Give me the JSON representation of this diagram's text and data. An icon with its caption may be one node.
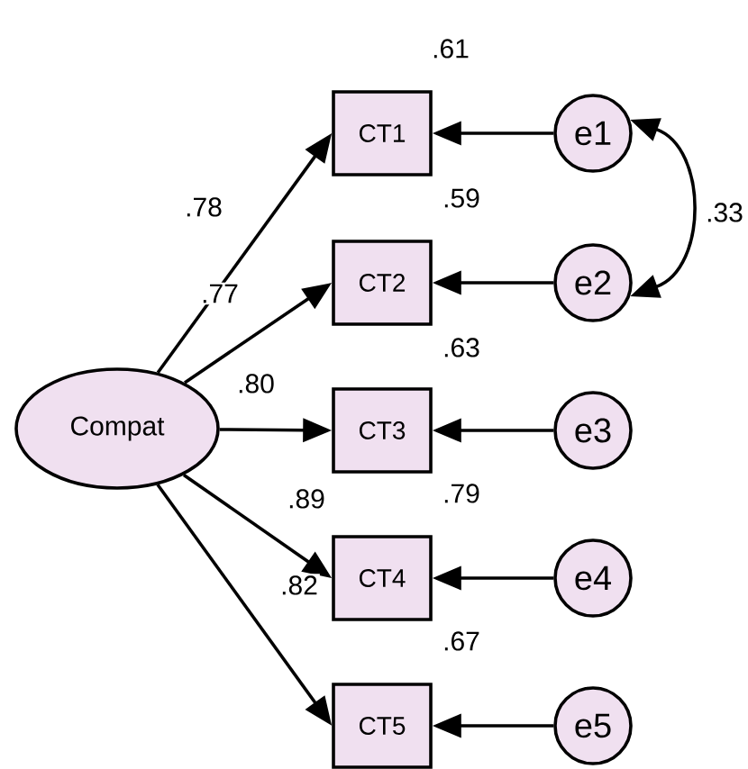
{
  "diagram": {
    "nodes": [
      {
        "text": [
          "Compat"
        ]
      },
      {
        "text": [
          "CT1"
        ]
      },
      {
        "text": [
          "CT2"
        ]
      },
      {
        "text": [
          "CT3"
        ]
      },
      {
        "text": [
          "CT4"
        ]
      },
      {
        "text": [
          "CT5"
        ]
      },
      {
        "text": [
          "e1"
        ]
      },
      {
        "text": [
          "e2"
        ]
      },
      {
        "text": [
          "e3"
        ]
      },
      {
        "text": [
          "e4"
        ]
      },
      {
        "text": [
          "e5"
        ]
      }
    ],
    "edges": [
      {
        "from": 0,
        "to": 1,
        "arrow": "to",
        "label": ".78"
      },
      {
        "from": 0,
        "to": 2,
        "arrow": "to",
        "label": ".77"
      },
      {
        "from": 0,
        "to": 3,
        "arrow": "to",
        "label": ".80"
      },
      {
        "from": 0,
        "to": 4,
        "arrow": "to",
        "label": ".89"
      },
      {
        "from": 0,
        "to": 5,
        "arrow": "to",
        "label": ".82"
      },
      {
        "from": 6,
        "to": 1,
        "arrow": "to"
      },
      {
        "from": 7,
        "to": 2,
        "arrow": "to"
      },
      {
        "from": 8,
        "to": 3,
        "arrow": "to"
      },
      {
        "from": 9,
        "to": 4,
        "arrow": "to"
      },
      {
        "from": 10,
        "to": 5,
        "arrow": "to"
      },
      {
        "from": 6,
        "to": 7,
        "arrow": "both",
        "label": ".33"
      }
    ],
    "labels": [
      ".61",
      ".59",
      ".63",
      ".79",
      ".67"
    ]
  }
}
